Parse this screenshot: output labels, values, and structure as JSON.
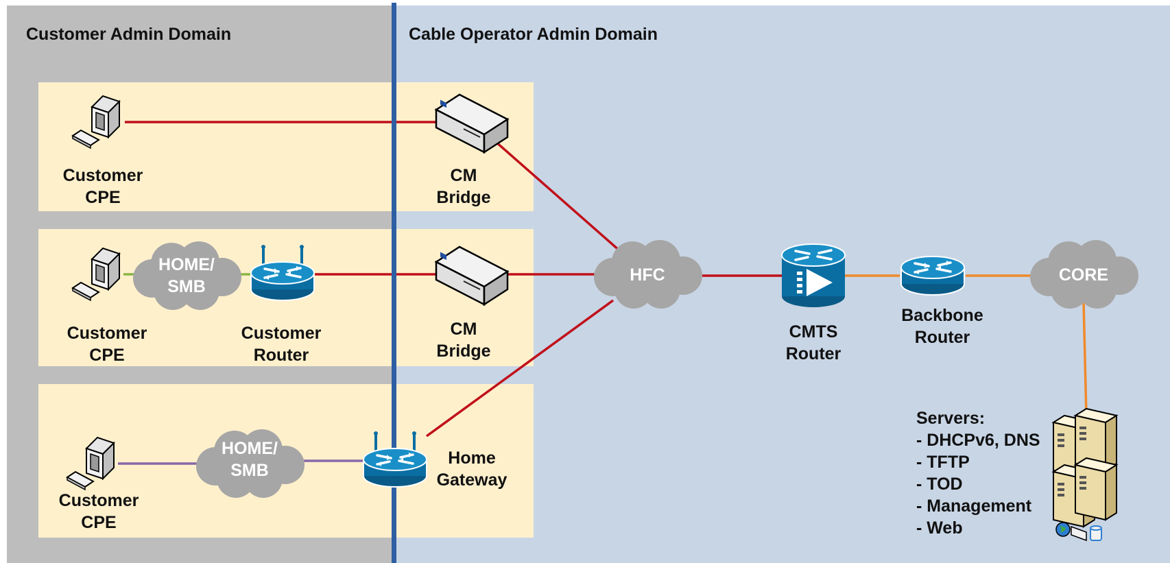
{
  "domains": {
    "customer": "Customer Admin Domain",
    "operator": "Cable Operator Admin Domain"
  },
  "nodes": {
    "cpe_label": [
      "Customer",
      "CPE"
    ],
    "cm_bridge_label": [
      "CM",
      "Bridge"
    ],
    "customer_router_label": [
      "Customer",
      "Router"
    ],
    "home_gateway_label": [
      "Home",
      "Gateway"
    ],
    "cmts_router_label": [
      "CMTS",
      "Router"
    ],
    "backbone_router_label": [
      "Backbone",
      "Router"
    ]
  },
  "clouds": {
    "home_smb": [
      "HOME/",
      "SMB"
    ],
    "hfc": "HFC",
    "core": "CORE"
  },
  "servers": {
    "title": "Servers:",
    "items": [
      "- DHCPv6, DNS",
      "- TFTP",
      "- TOD",
      "- Management",
      "- Web"
    ]
  },
  "colors": {
    "customer_domain_bg": "#bdbdbd",
    "operator_domain_bg": "#c8d5e5",
    "row_panel_bg": "#fff0cc",
    "domain_divider": "#2e5fa3",
    "link_red": "#c0101a",
    "link_orange": "#f08a2a",
    "link_green": "#8ab545",
    "link_purple": "#8867aa",
    "cloud_gray": "#a6a6a6",
    "router_blue": "#0a6ea3"
  },
  "icons": [
    "computer-icon",
    "cable-modem-icon",
    "router-icon",
    "wireless-router-icon",
    "cmts-icon",
    "cloud-icon",
    "server-rack-icon"
  ]
}
